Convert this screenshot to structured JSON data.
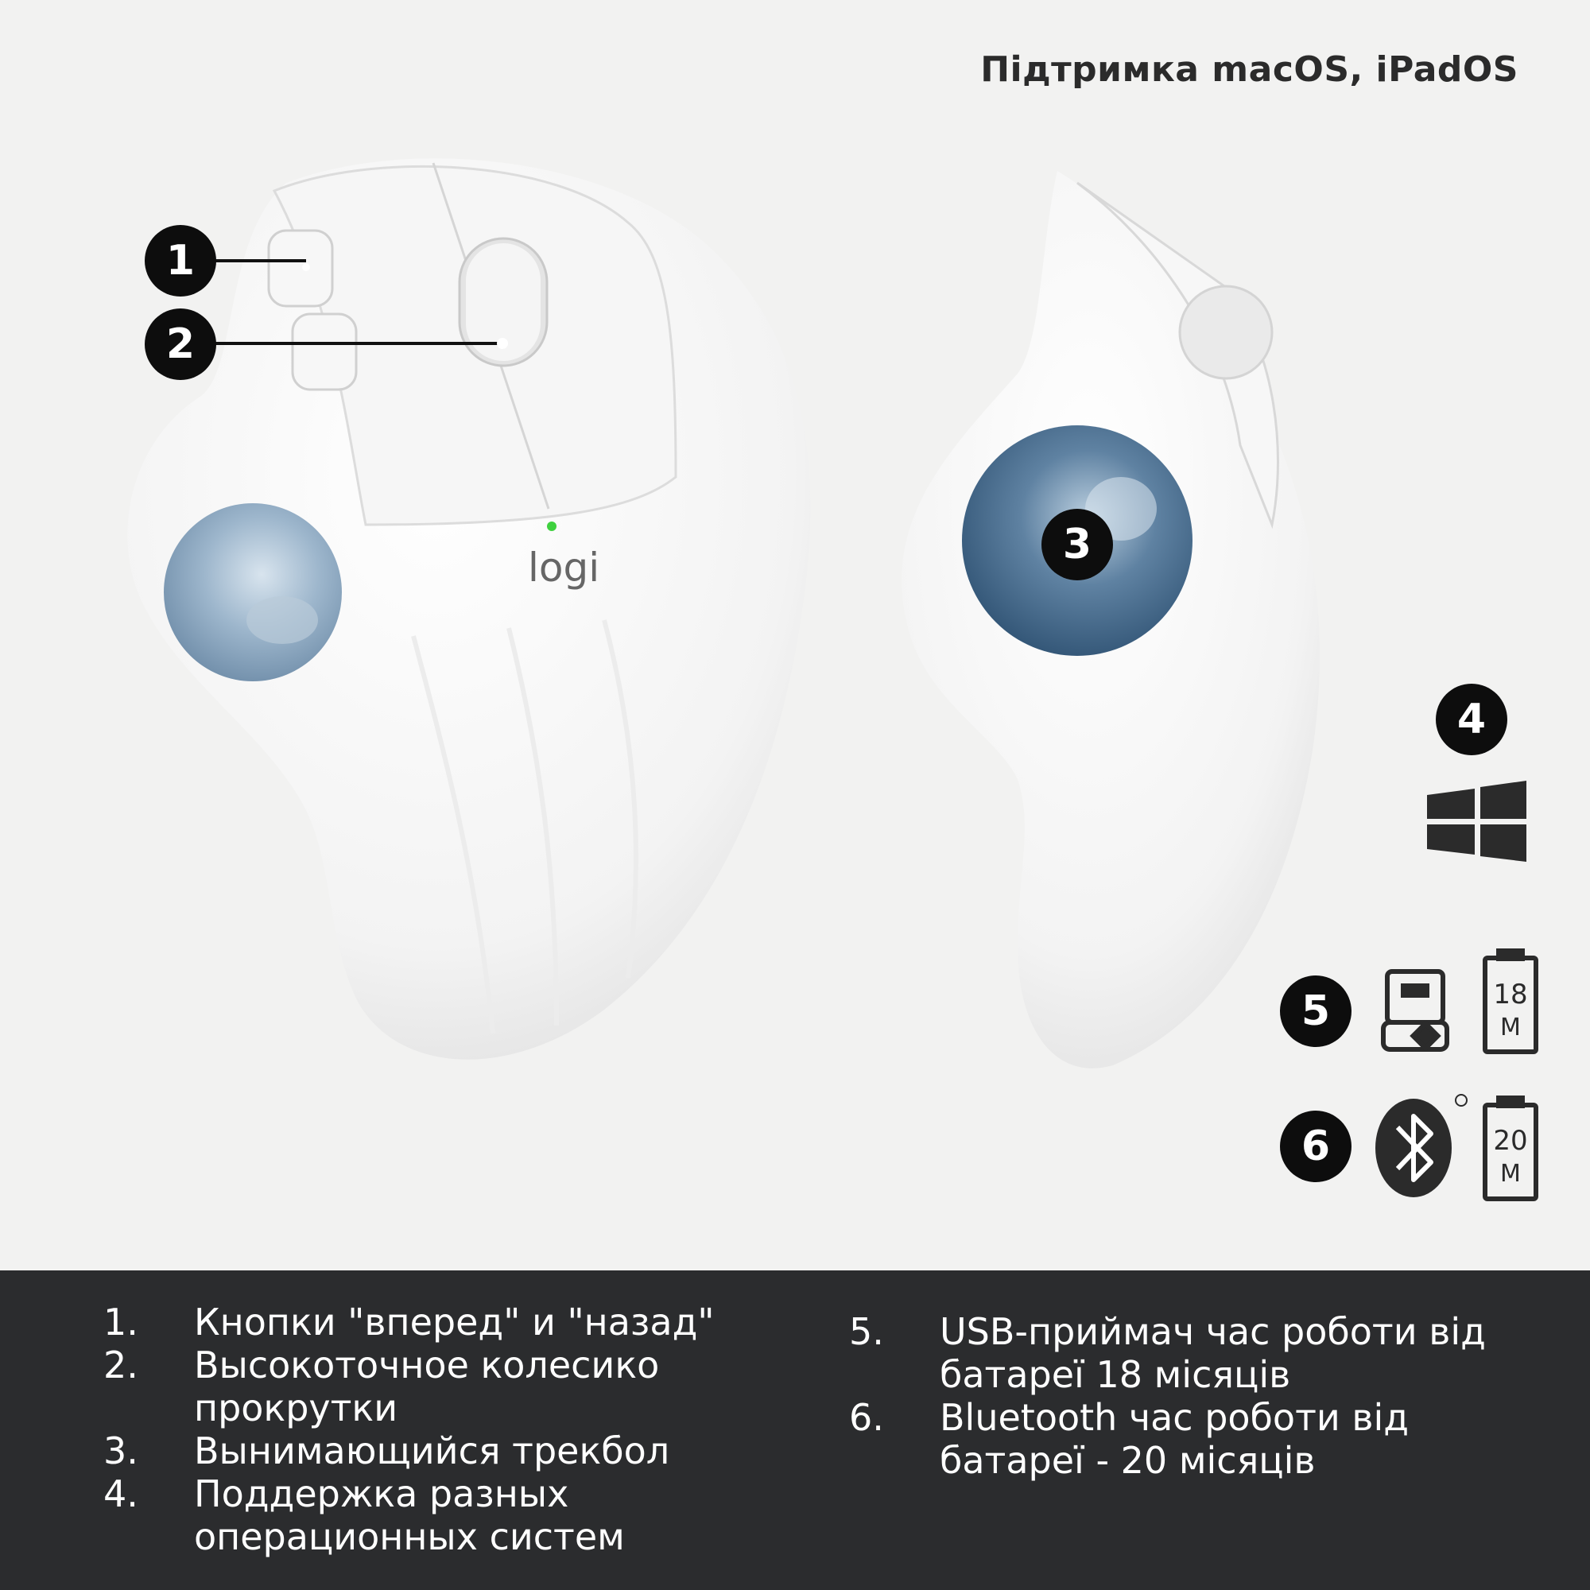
{
  "header": {
    "support_text": "Підтримка macOS, iPadOS"
  },
  "callouts": {
    "c1": "1",
    "c2": "2",
    "c3": "3",
    "c4": "4",
    "c5": "5",
    "c6": "6"
  },
  "brand": {
    "logo_text": "logi"
  },
  "battery": {
    "usb_months": "18",
    "bt_months": "20",
    "unit": "M"
  },
  "features_left": [
    {
      "num": "1.",
      "text": "Кнопки \"вперед\" и \"назад\""
    },
    {
      "num": "2.",
      "text": "Высокоточное колесико прокрутки"
    },
    {
      "num": "3.",
      "text": "Вынимающийся трекбол"
    },
    {
      "num": "4.",
      "text": "Поддержка разных операционных систем"
    }
  ],
  "features_right": [
    {
      "num": "5.",
      "text": "USB-приймач час роботи від батареї 18 місяців"
    },
    {
      "num": "6.",
      "text": "Bluetooth час роботи від батареї - 20 місяців"
    }
  ],
  "colors": {
    "panel_bg": "#2b2c2e",
    "page_bg": "#f2f2f1",
    "ball": "#8eaac4",
    "led": "#3fd13f"
  }
}
